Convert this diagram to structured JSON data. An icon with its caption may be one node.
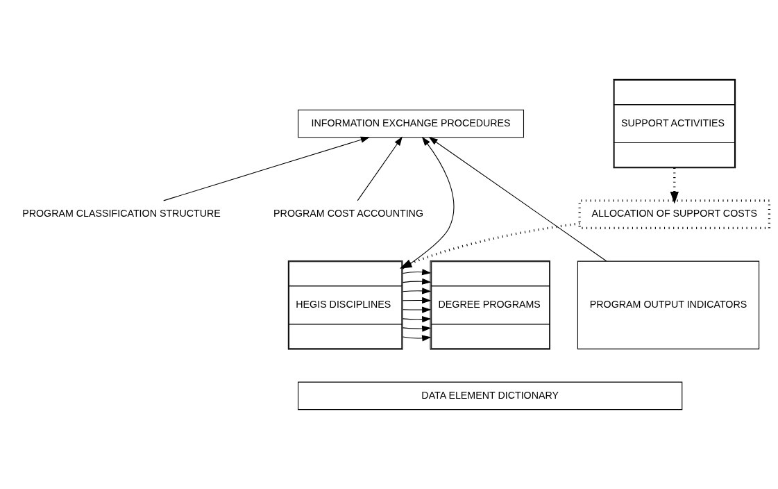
{
  "diagram": {
    "nodes": [
      {
        "text": [
          "INFORMATION EXCHANGE PROCEDURES"
        ]
      },
      {
        "text": [
          "PROGRAM CLASSIFICATION STRUCTURE"
        ]
      },
      {
        "text": [
          "SUPPORT ACTIVITIES"
        ]
      },
      {
        "text": [
          "ALLOCATION OF SUPPORT COSTS"
        ]
      },
      {
        "text": [
          "PROGRAM COST ACCOUNTING"
        ]
      },
      {
        "text": [
          "HEGIS DISCIPLINES"
        ]
      },
      {
        "text": [
          "DEGREE PROGRAMS"
        ]
      },
      {
        "text": [
          "PROGRAM OUTPUT INDICATORS"
        ]
      },
      {
        "text": [
          "DATA ELEMENT DICTIONARY"
        ]
      }
    ],
    "edges": [
      {
        "from": 1,
        "to": 0,
        "arrow": "to"
      },
      {
        "from": 2,
        "to": 3,
        "arrow": "to",
        "style": "dashed"
      },
      {
        "from": 3,
        "to": 5,
        "arrow": "to",
        "style": "dashed"
      },
      {
        "from": 5,
        "to": 0,
        "arrow": "to"
      },
      {
        "from": 4,
        "to": 0,
        "arrow": "to"
      },
      {
        "from": 7,
        "to": 0,
        "arrow": "to"
      },
      {
        "from": 5,
        "to": 6,
        "arrow": "to"
      },
      {
        "from": 5,
        "to": 6,
        "arrow": "to"
      },
      {
        "from": 5,
        "to": 6,
        "arrow": "to"
      },
      {
        "from": 5,
        "to": 6,
        "arrow": "to"
      },
      {
        "from": 5,
        "to": 6,
        "arrow": "to"
      },
      {
        "from": 5,
        "to": 6,
        "arrow": "to"
      },
      {
        "from": 5,
        "to": 6,
        "arrow": "to"
      },
      {
        "from": 5,
        "to": 6,
        "arrow": "to"
      }
    ]
  }
}
